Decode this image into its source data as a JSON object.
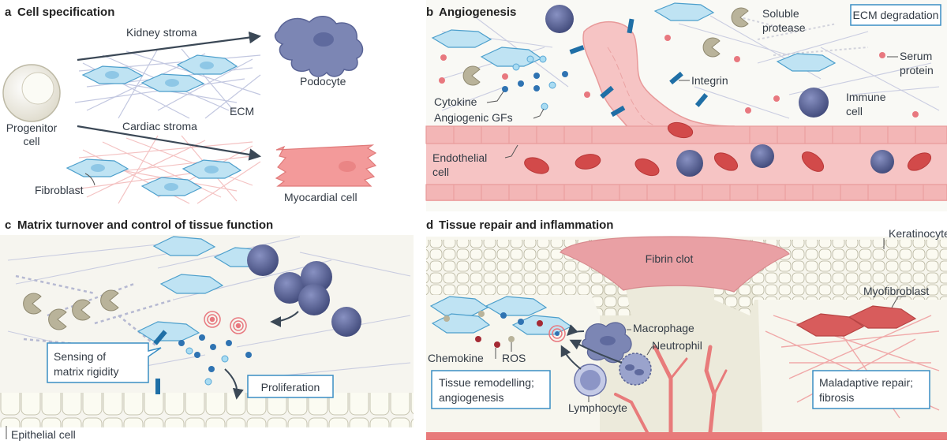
{
  "panels": {
    "a": {
      "letter": "a",
      "title": "Cell specification",
      "labels": {
        "kidney_stroma": "Kidney stroma",
        "podocyte": "Podocyte",
        "ecm": "ECM",
        "progenitor_line1": "Progenitor",
        "progenitor_line2": "cell",
        "cardiac_stroma": "Cardiac stroma",
        "fibroblast": "Fibroblast",
        "myocardial_cell": "Myocardial cell"
      }
    },
    "b": {
      "letter": "b",
      "title": "Angiogenesis",
      "labels": {
        "soluble_line1": "Soluble",
        "soluble_line2": "protease",
        "ecm_degradation": "ECM degradation",
        "serum_line1": "Serum",
        "serum_line2": "protein",
        "integrin": "Integrin",
        "cytokine": "Cytokine",
        "angiogenic_gfs": "Angiogenic GFs",
        "immune_line1": "Immune",
        "immune_line2": "cell",
        "endothelial_line1": "Endothelial",
        "endothelial_line2": "cell"
      }
    },
    "c": {
      "letter": "c",
      "title": "Matrix turnover and control of tissue function",
      "labels": {
        "sensing_line1": "Sensing of",
        "sensing_line2": "matrix rigidity",
        "proliferation": "Proliferation",
        "epithelial_cell": "Epithelial cell"
      }
    },
    "d": {
      "letter": "d",
      "title": "Tissue repair and inflammation",
      "labels": {
        "keratinocyte": "Keratinocyte",
        "fibrin_clot": "Fibrin clot",
        "myofibroblast": "Myofibroblast",
        "macrophage": "Macrophage",
        "neutrophil": "Neutrophil",
        "chemokine": "Chemokine",
        "ros": "ROS",
        "lymphocyte": "Lymphocyte",
        "remodel_line1": "Tissue remodelling;",
        "remodel_line2": "angiogenesis",
        "maladaptive_line1": "Maladaptive repair;",
        "maladaptive_line2": "fibrosis"
      }
    }
  },
  "colors": {
    "fibroblast_fill": "#bfe3f3",
    "fibroblast_stroke": "#4c9fcc",
    "immune_cell": "#5a6496",
    "protease": "#b9b39a",
    "serum_protein": "#e8787f",
    "vessel": "#f6c4c4",
    "red_blood_cell": "#d24a4a",
    "integrin": "#1f6fa6",
    "podocyte": "#7c86b4",
    "myocardial": "#f39a9a",
    "fibrin_clot": "#e9a0a4",
    "myofibroblast": "#d85c5c",
    "accent_box": "#3a8ec4"
  }
}
